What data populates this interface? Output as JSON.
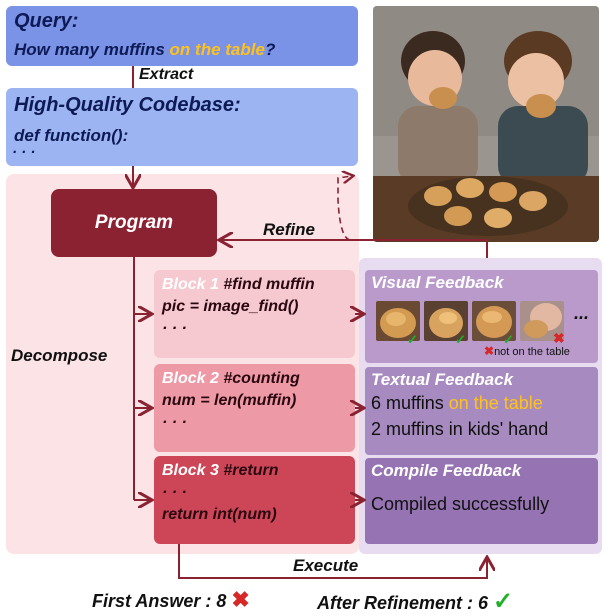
{
  "query": {
    "title": "Query:",
    "text_main": "How many muffins ",
    "text_highlight": "on the table",
    "text_end": "?"
  },
  "extract_label": "Extract",
  "codebase": {
    "title": "High-Quality Codebase:",
    "line1": "def function():",
    "line2": "· · ·"
  },
  "program_label": "Program",
  "refine_label": "Refine",
  "decompose_label": "Decompose",
  "execute_label": "Execute",
  "blocks": [
    {
      "name": "Block 1",
      "comment": "#find muffin",
      "code": "pic = image_find()",
      "dots": "· · ·"
    },
    {
      "name": "Block 2",
      "comment": "#counting",
      "code": "num = len(muffin)",
      "dots": "· · ·"
    },
    {
      "name": "Block 3",
      "comment": "#return",
      "dots": "· · ·",
      "code": "return  int(num)"
    }
  ],
  "visual_feedback": {
    "title": "Visual Feedback",
    "ellipsis": "...",
    "not_on_table": "not on the table"
  },
  "textual_feedback": {
    "title": "Textual Feedback",
    "line1_main": "6 muffins ",
    "line1_highlight": "on the table",
    "line2": "2 muffins in kids' hand"
  },
  "compile_feedback": {
    "title": "Compile Feedback",
    "text": "Compiled successfully"
  },
  "footer": {
    "first_answer": "First Answer : 8",
    "after_refinement": "After Refinement  : 6"
  },
  "colors": {
    "query_bg": "#7b93e6",
    "codebase_bg": "#9cb4f2",
    "program_bg": "#8a2232",
    "highlight": "#ffc21c",
    "arrow": "#8a2232"
  },
  "icons": {
    "wrong": "cross-icon",
    "right": "check-icon"
  }
}
